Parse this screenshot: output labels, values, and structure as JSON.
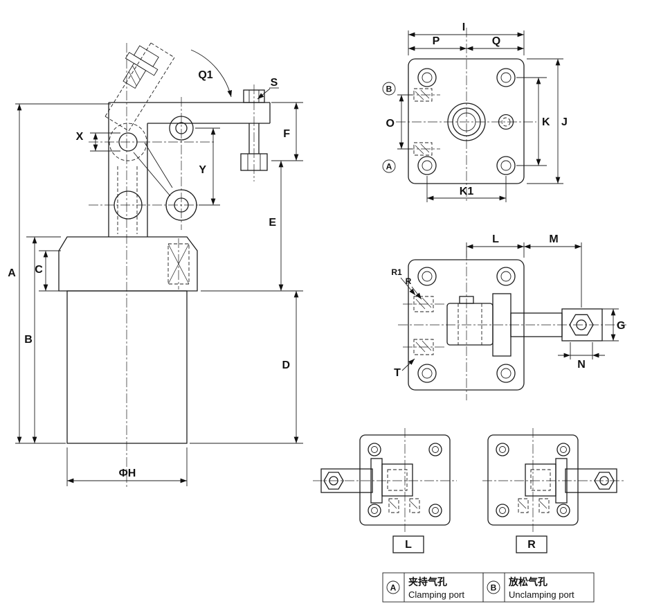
{
  "side_view": {
    "q1": "Q1",
    "s": "S",
    "x": "X",
    "y": "Y",
    "f": "F",
    "e": "E",
    "d": "D",
    "a": "A",
    "b": "B",
    "c": "C",
    "phi_h": "ΦH"
  },
  "top_view": {
    "i": "I",
    "p": "P",
    "q": "Q",
    "o": "O",
    "j": "J",
    "k": "K",
    "k1": "K1",
    "port_a": "A",
    "port_b": "B"
  },
  "front_view": {
    "l": "L",
    "m": "M",
    "r1": "R1",
    "r": "R",
    "g": "G",
    "n": "N",
    "t": "T"
  },
  "bottom_views": {
    "left_label": "L",
    "right_label": "R"
  },
  "legend": {
    "a_symbol": "A",
    "a_zh": "夹持气孔",
    "a_en": "Clamping port",
    "b_symbol": "B",
    "b_zh": "放松气孔",
    "b_en": "Unclamping port"
  }
}
